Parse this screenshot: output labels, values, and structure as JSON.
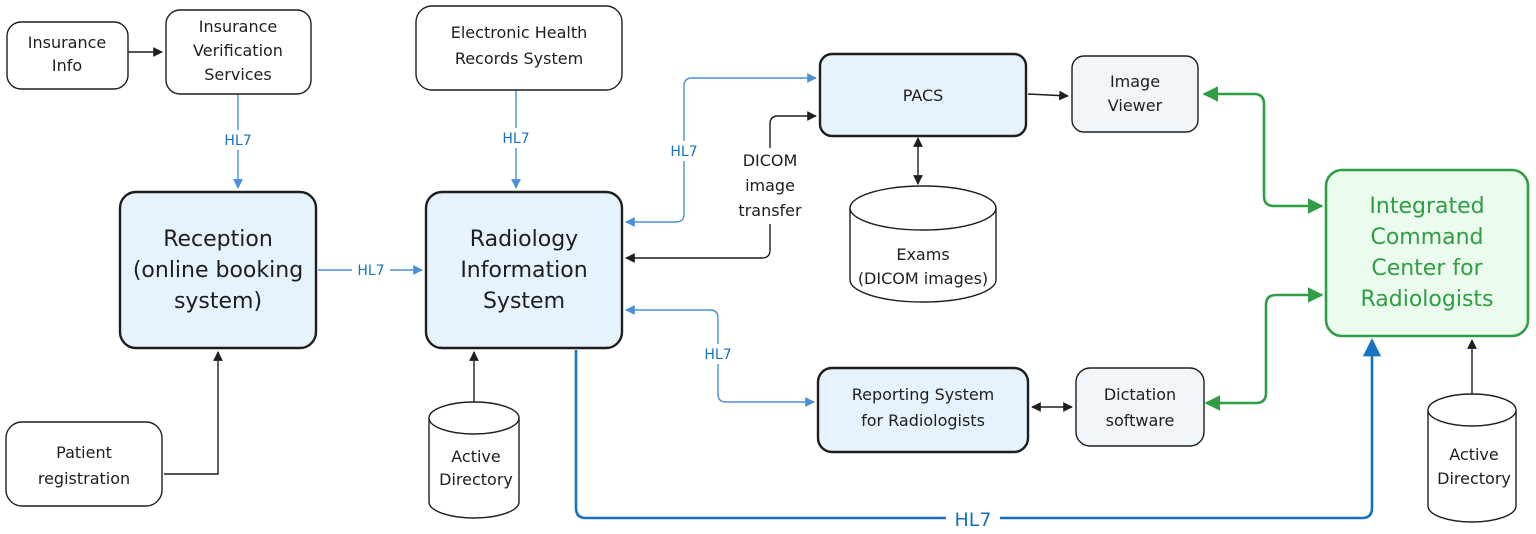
{
  "nodes": {
    "insurance_info": [
      "Insurance",
      "Info"
    ],
    "insurance_verification": [
      "Insurance",
      "Verification",
      "Services"
    ],
    "ehr": [
      "Electronic Health",
      "Records System"
    ],
    "pacs": [
      "PACS"
    ],
    "image_viewer": [
      "Image",
      "Viewer"
    ],
    "reception": [
      "Reception",
      "(online booking",
      "system)"
    ],
    "ris": [
      "Radiology",
      "Information",
      "System"
    ],
    "exams": [
      "Exams",
      "(DICOM images)"
    ],
    "command_center": [
      "Integrated",
      "Command",
      "Center for",
      "Radiologists"
    ],
    "patient_registration": [
      "Patient",
      "registration"
    ],
    "ad_left": [
      "Active",
      "Directory"
    ],
    "reporting": [
      "Reporting System",
      "for Radiologists"
    ],
    "dictation": [
      "Dictation",
      "software"
    ],
    "ad_right": [
      "Active",
      "Directory"
    ]
  },
  "edge_labels": {
    "hl7": "HL7",
    "dicom": [
      "DICOM",
      "image",
      "transfer"
    ]
  },
  "colors": {
    "stroke": "#1e1e1e",
    "blue_fill": "#e7f3fc",
    "light_fill": "#f1f6fb",
    "hl7_blue": "#1971c2",
    "hl7_blue_light": "#4a90d9",
    "green": "#2f9e44",
    "green_fill": "#ebfbee"
  }
}
